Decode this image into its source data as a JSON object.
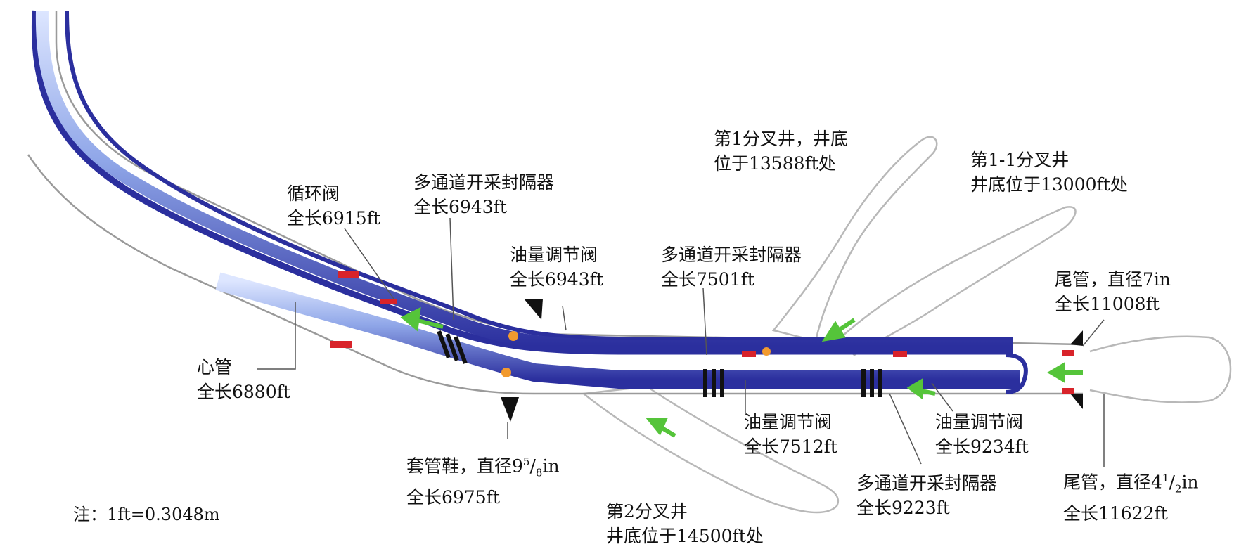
{
  "colors": {
    "pipe_dark": "#2b2f9e",
    "pipe_light": "#8fa6e8",
    "casing_line": "#9a9a9a",
    "flow_arrow": "#55c43a",
    "seal_red": "#d8232a",
    "valve_orange": "#f29a2e",
    "branch_outline": "#b8b8b8"
  },
  "icons": {
    "flow": "green-flow-arrow-icon",
    "marker": "black-triangle-marker-icon",
    "packer": "black-ring-packer-icon"
  },
  "labels": {
    "circulation_valve": {
      "name": "循环阀",
      "length": "全长6915ft"
    },
    "packer_1": {
      "name": "多通道开采封隔器",
      "length": "全长6943ft"
    },
    "choke_valve_1": {
      "name": "油量调节阀",
      "length": "全长6943ft"
    },
    "packer_2": {
      "name": "多通道开采封隔器",
      "length": "全长7501ft"
    },
    "branch_1": {
      "line1": "第1分叉井，井底",
      "line2": "位于13588ft处"
    },
    "branch_1_1": {
      "line1": "第1-1分叉井",
      "line2": "井底位于13000ft处"
    },
    "liner_7": {
      "name": "尾管，直径7in",
      "length": "全长11008ft"
    },
    "mandrel": {
      "name": "心管",
      "length": "全长6880ft"
    },
    "casing_shoe": {
      "name_prefix": "套管鞋，直径9",
      "sup": "5",
      "slash": "/",
      "sub": "8",
      "unit": "in",
      "length": "全长6975ft"
    },
    "choke_valve_2": {
      "name": "油量调节阀",
      "length": "全长7512ft"
    },
    "choke_valve_3": {
      "name": "油量调节阀",
      "length": "全长9234ft"
    },
    "packer_3": {
      "name": "多通道开采封隔器",
      "length": "全长9223ft"
    },
    "liner_45": {
      "name_prefix": "尾管，直径4",
      "sup": "1",
      "slash": "/",
      "sub": "2",
      "unit": "in",
      "length": "全长11622ft"
    },
    "branch_2": {
      "line1": "第2分叉井",
      "line2": "井底位于14500ft处"
    }
  },
  "note": "注：1ft=0.3048m"
}
